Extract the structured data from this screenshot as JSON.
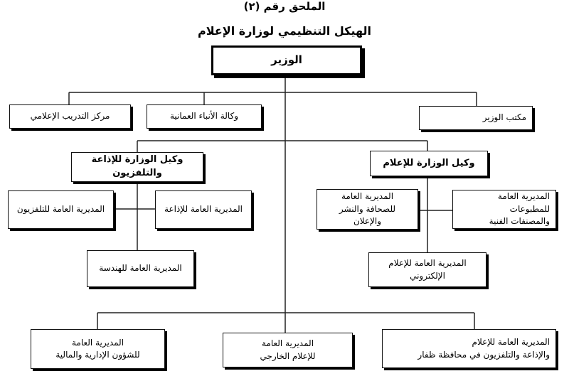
{
  "header": {
    "annex": "الملحق رقم (٢)",
    "title": "الهيكل التنظيمي لوزارة الإعلام"
  },
  "boxes": {
    "minister": "الوزير",
    "minister_office": "مكتب الوزير",
    "news_agency": "وكالة الأنباء العمانية",
    "training_center": "مركز التدريب الإعلامي",
    "undersecretary_info": "وكيل الوزارة للإعلام",
    "undersecretary_broadcast": "وكيل الوزارة للإذاعة والتلفزيون",
    "dg_publications": "المديرية العامة للمطبوعات\nوالمصنفات الفنية",
    "dg_press": "المديرية العامة\nللصحافة والنشر\nوالإعلان",
    "dg_e_media": "المديرية العامة للإعلام\nالإلكتروني",
    "dg_radio": "المديرية العامة للإذاعة",
    "dg_tv": "المديرية العامة للتلفزيون",
    "dg_engineering": "المديرية العامة للهندسة",
    "dg_dhofar": "المديرية العامة للإعلام\nوالإذاعة والتلفزيون في محافظة ظفار",
    "dg_external": "المديرية العامة\nللإعلام الخارجي",
    "dg_admin": "المديرية العامة\nللشؤون الإدارية والمالية"
  }
}
